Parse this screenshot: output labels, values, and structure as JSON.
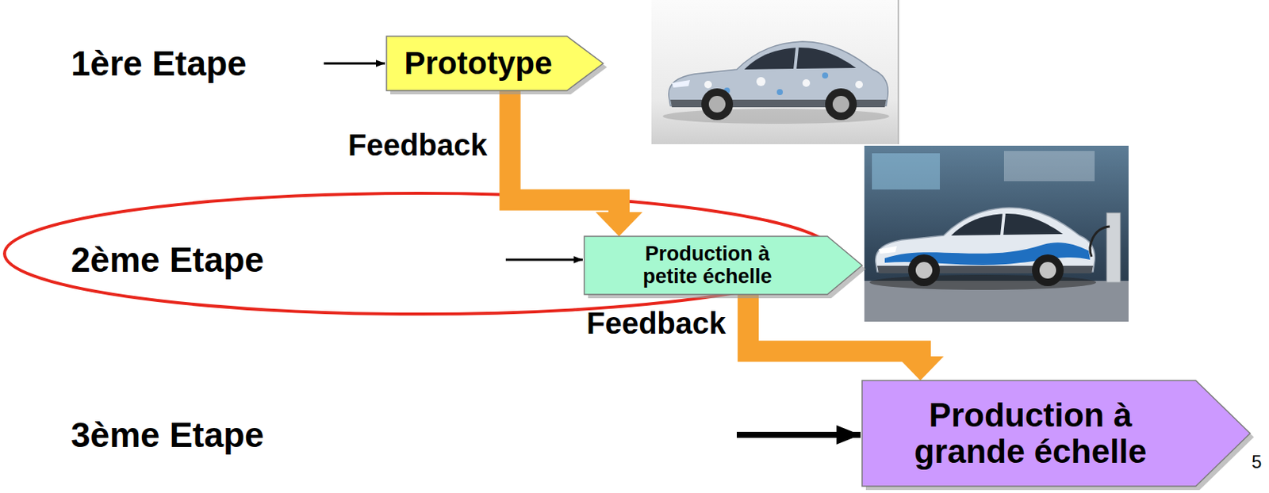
{
  "diagram": {
    "nodes": [
      {
        "text": [
          "Prototype"
        ]
      },
      {
        "text": [
          "Production à petite échelle"
        ]
      },
      {
        "text": [
          "Production à grande échelle"
        ]
      }
    ],
    "edges": [
      {
        "from": 0,
        "to": 1,
        "arrow": "to",
        "label": "Feedback"
      },
      {
        "from": 1,
        "to": 2,
        "arrow": "to",
        "label": "Feedback"
      }
    ],
    "labels": [
      "1ère Etape",
      "2ème Etape",
      "3ème Etape",
      "5"
    ]
  }
}
